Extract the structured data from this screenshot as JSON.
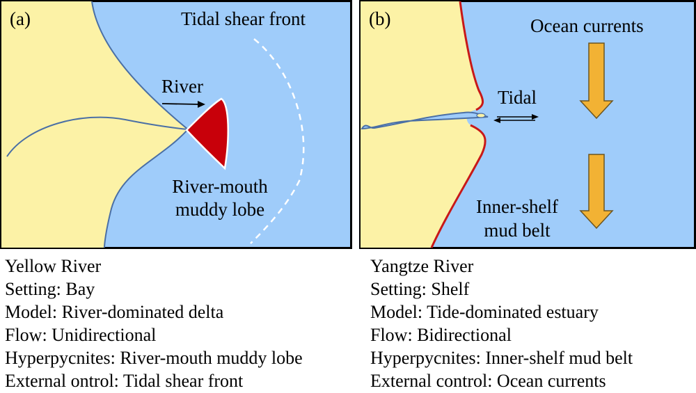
{
  "panel_a": {
    "tag": "(a)",
    "labels": {
      "tidal_shear_front": "Tidal shear front",
      "river": "River",
      "muddy_lobe_line1": "River-mouth",
      "muddy_lobe_line2": "muddy lobe"
    },
    "caption": [
      "Yellow River",
      "Setting: Bay",
      "Model: River-dominated delta",
      "Flow: Unidirectional",
      "Hyperpycnites: River-mouth muddy lobe",
      "External ontrol: Tidal shear front"
    ]
  },
  "panel_b": {
    "tag": "(b)",
    "labels": {
      "ocean_currents": "Ocean currents",
      "tidal": "Tidal",
      "mud_belt_line1": "Inner-shelf",
      "mud_belt_line2": "mud belt"
    },
    "caption": [
      "Yangtze River",
      "Setting: Shelf",
      "Model: Tide-dominated estuary",
      "Flow: Bidirectional",
      "Hyperpycnites: Inner-shelf mud belt",
      "External control: Ocean currents"
    ]
  },
  "colors": {
    "land": "#fcf2a6",
    "sea": "#9fccfa",
    "lobe": "#c8000a",
    "coast_line": "#4a6fa5",
    "shelf_coast": "#c81818",
    "current_arrow": "#f2b234"
  }
}
